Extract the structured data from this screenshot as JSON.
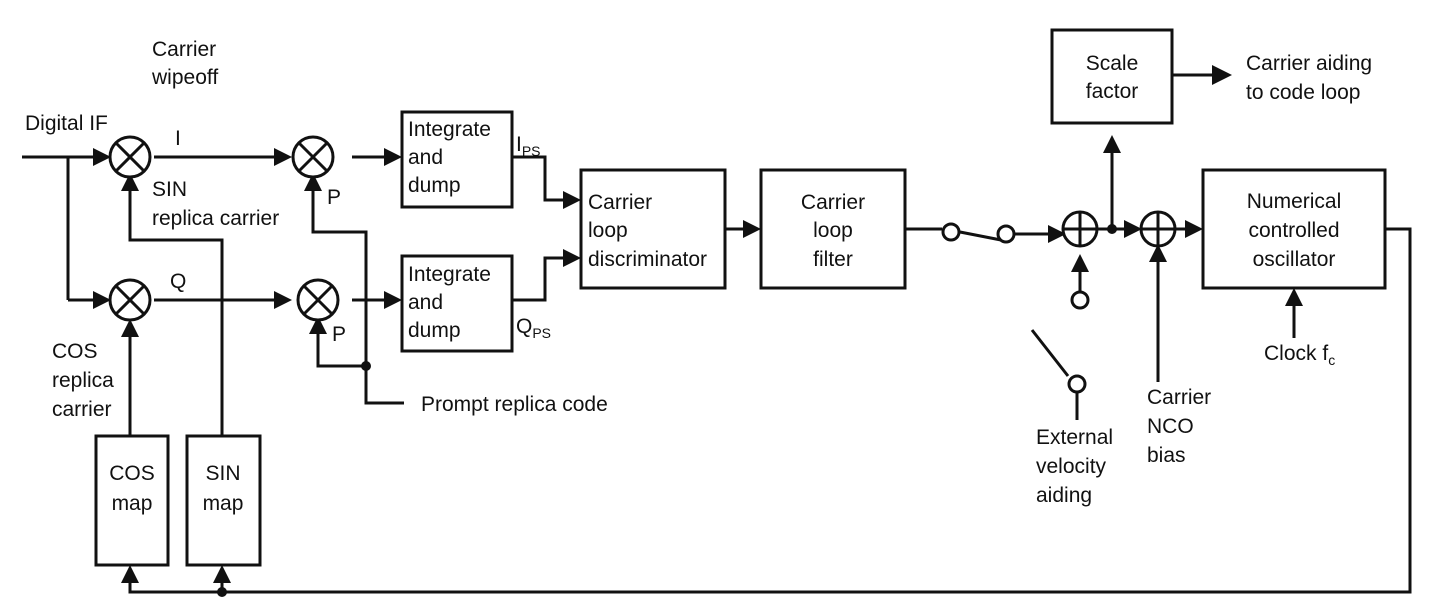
{
  "labels": {
    "carrier_wipeoff": [
      "Carrier",
      "wipeoff"
    ],
    "digital_if": "Digital IF",
    "i_signal": "I",
    "q_signal": "Q",
    "sin_replica": [
      "SIN",
      "replica carrier"
    ],
    "cos_replica": [
      "COS",
      "replica",
      "carrier"
    ],
    "p_upper": "P",
    "p_lower": "P",
    "ips": {
      "main": "I",
      "sub": "PS"
    },
    "qps": {
      "main": "Q",
      "sub": "PS"
    },
    "prompt_replica_code": "Prompt replica code",
    "external_velocity_aiding": [
      "External",
      "velocity",
      "aiding"
    ],
    "carrier_nco_bias": [
      "Carrier",
      "NCO",
      "bias"
    ],
    "clock": {
      "main": "Clock f",
      "sub": "c"
    },
    "carrier_aiding_out": [
      "Carrier aiding",
      "to code loop"
    ]
  },
  "blocks": {
    "integrate_dump_i": [
      "Integrate",
      "and",
      "dump"
    ],
    "integrate_dump_q": [
      "Integrate",
      "and",
      "dump"
    ],
    "discriminator": [
      "Carrier",
      "loop",
      "discriminator"
    ],
    "loop_filter": [
      "Carrier",
      "loop",
      "filter"
    ],
    "scale_factor": [
      "Scale",
      "factor"
    ],
    "nco": [
      "Numerical",
      "controlled",
      "oscillator"
    ],
    "cos_map": [
      "COS",
      "map"
    ],
    "sin_map": [
      "SIN",
      "map"
    ]
  }
}
